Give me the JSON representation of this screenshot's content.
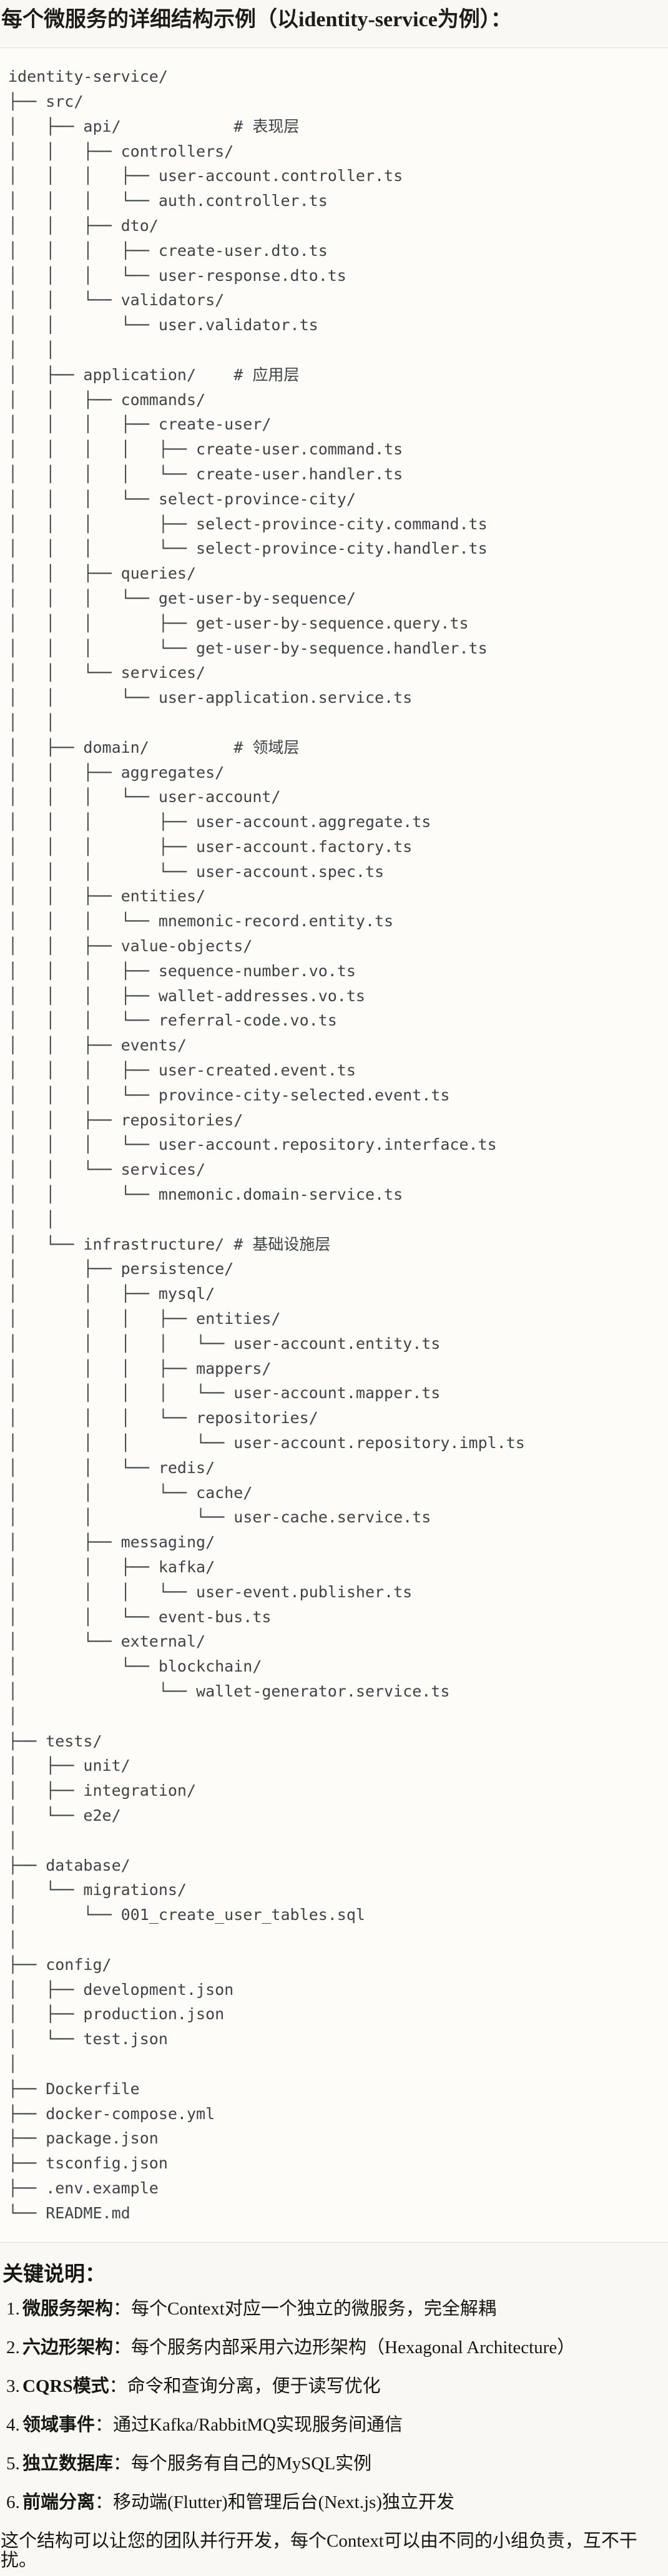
{
  "title": "每个微服务的详细结构示例（以identity-service为例）：",
  "code_block": {
    "lines": [
      "identity-service/",
      "├── src/",
      "│   ├── api/            # 表现层",
      "│   │   ├── controllers/",
      "│   │   │   ├── user-account.controller.ts",
      "│   │   │   └── auth.controller.ts",
      "│   │   ├── dto/",
      "│   │   │   ├── create-user.dto.ts",
      "│   │   │   └── user-response.dto.ts",
      "│   │   └── validators/",
      "│   │       └── user.validator.ts",
      "│   │",
      "│   ├── application/    # 应用层",
      "│   │   ├── commands/",
      "│   │   │   ├── create-user/",
      "│   │   │   │   ├── create-user.command.ts",
      "│   │   │   │   └── create-user.handler.ts",
      "│   │   │   └── select-province-city/",
      "│   │   │       ├── select-province-city.command.ts",
      "│   │   │       └── select-province-city.handler.ts",
      "│   │   ├── queries/",
      "│   │   │   └── get-user-by-sequence/",
      "│   │   │       ├── get-user-by-sequence.query.ts",
      "│   │   │       └── get-user-by-sequence.handler.ts",
      "│   │   └── services/",
      "│   │       └── user-application.service.ts",
      "│   │",
      "│   ├── domain/         # 领域层",
      "│   │   ├── aggregates/",
      "│   │   │   └── user-account/",
      "│   │   │       ├── user-account.aggregate.ts",
      "│   │   │       ├── user-account.factory.ts",
      "│   │   │       └── user-account.spec.ts",
      "│   │   ├── entities/",
      "│   │   │   └── mnemonic-record.entity.ts",
      "│   │   ├── value-objects/",
      "│   │   │   ├── sequence-number.vo.ts",
      "│   │   │   ├── wallet-addresses.vo.ts",
      "│   │   │   └── referral-code.vo.ts",
      "│   │   ├── events/",
      "│   │   │   ├── user-created.event.ts",
      "│   │   │   └── province-city-selected.event.ts",
      "│   │   ├── repositories/",
      "│   │   │   └── user-account.repository.interface.ts",
      "│   │   └── services/",
      "│   │       └── mnemonic.domain-service.ts",
      "│   │",
      "│   └── infrastructure/ # 基础设施层",
      "│       ├── persistence/",
      "│       │   ├── mysql/",
      "│       │   │   ├── entities/",
      "│       │   │   │   └── user-account.entity.ts",
      "│       │   │   ├── mappers/",
      "│       │   │   │   └── user-account.mapper.ts",
      "│       │   │   └── repositories/",
      "│       │   │       └── user-account.repository.impl.ts",
      "│       │   └── redis/",
      "│       │       └── cache/",
      "│       │           └── user-cache.service.ts",
      "│       ├── messaging/",
      "│       │   ├── kafka/",
      "│       │   │   └── user-event.publisher.ts",
      "│       │   └── event-bus.ts",
      "│       └── external/",
      "│           └── blockchain/",
      "│               └── wallet-generator.service.ts",
      "│",
      "├── tests/",
      "│   ├── unit/",
      "│   ├── integration/",
      "│   └── e2e/",
      "│",
      "├── database/",
      "│   └── migrations/",
      "│       └── 001_create_user_tables.sql",
      "│",
      "├── config/",
      "│   ├── development.json",
      "│   ├── production.json",
      "│   └── test.json",
      "│",
      "├── Dockerfile",
      "├── docker-compose.yml",
      "├── package.json",
      "├── tsconfig.json",
      "├── .env.example",
      "└── README.md"
    ]
  },
  "notes": {
    "heading": "关键说明：",
    "items": [
      {
        "num": "1.",
        "label": "微服务架构",
        "text": "：每个Context对应一个独立的微服务，完全解耦"
      },
      {
        "num": "2.",
        "label": "六边形架构",
        "text": "：每个服务内部采用六边形架构（Hexagonal Architecture）"
      },
      {
        "num": "3.",
        "label": "CQRS模式",
        "text": "：命令和查询分离，便于读写优化"
      },
      {
        "num": "4.",
        "label": "领域事件",
        "text": "：通过Kafka/RabbitMQ实现服务间通信"
      },
      {
        "num": "5.",
        "label": "独立数据库",
        "text": "：每个服务有自己的MySQL实例"
      },
      {
        "num": "6.",
        "label": "前端分离",
        "text": "：移动端(Flutter)和管理后台(Next.js)独立开发"
      }
    ]
  },
  "footer": "这个结构可以让您的团队并行开发，每个Context可以由不同的小组负责，互不干扰。",
  "colors": {
    "page_bg": "#F9F8F3",
    "code_bg": "#FDFCF9",
    "border": "#E3E1DA",
    "tree_text": "#3E4347",
    "body_text": "#161614"
  }
}
